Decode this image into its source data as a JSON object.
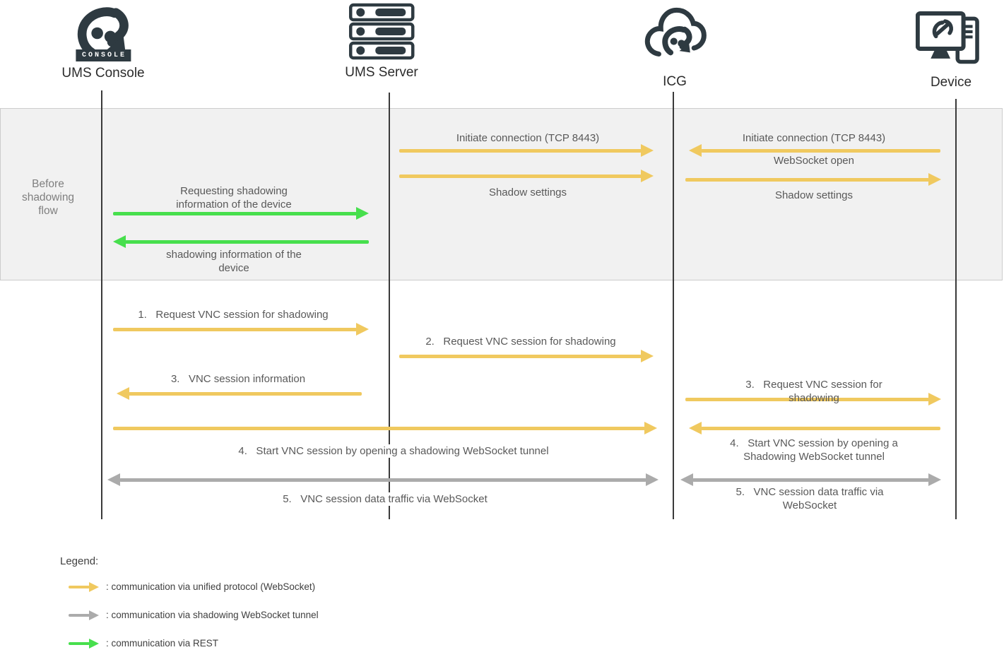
{
  "colors": {
    "yellow": "#F0C95F",
    "green": "#47DF4D",
    "gray": "#ABABAB",
    "dark_icon": "#2E3A41",
    "band_bg": "#F1F1F1",
    "band_border": "#CCCCCC",
    "label_text": "#595959",
    "muted_text": "#7F7F7F",
    "actor_text": "#2B2B2B"
  },
  "actors": {
    "console": "UMS Console",
    "console_badge": "CONSOLE",
    "server": "UMS Server",
    "icg": "ICG",
    "device": "Device"
  },
  "band": {
    "label": "Before\nshadowing\nflow"
  },
  "messages": {
    "req_shadow_info": "Requesting shadowing\ninformation of the device",
    "shadow_info_return": "shadowing information of the\ndevice",
    "init_conn_server": "Initiate connection (TCP 8443)",
    "shadow_settings_server": "Shadow settings",
    "init_conn_device": "Initiate connection (TCP 8443)",
    "websocket_open": "WebSocket open",
    "shadow_settings_device": "Shadow settings",
    "step1": "1.   Request VNC session for shadowing",
    "step2": "2.   Request VNC session for shadowing",
    "step3_info": "3.   VNC session information",
    "step3_device": "3.   Request VNC session for shadowing",
    "step4_long": "4.   Start VNC session by opening a shadowing WebSocket tunnel",
    "step4_device": "4.   Start VNC session by opening a\nShadowing WebSocket tunnel",
    "step5_long": "5.   VNC session data traffic via WebSocket",
    "step5_device": "5.   VNC session data traffic via\nWebSocket"
  },
  "legend": {
    "title": "Legend:",
    "items": [
      {
        "color": "yellow",
        "label": ": communication via unified protocol (WebSocket)"
      },
      {
        "color": "gray",
        "label": ": communication via shadowing WebSocket tunnel"
      },
      {
        "color": "green",
        "label": ": communication via REST"
      }
    ]
  }
}
